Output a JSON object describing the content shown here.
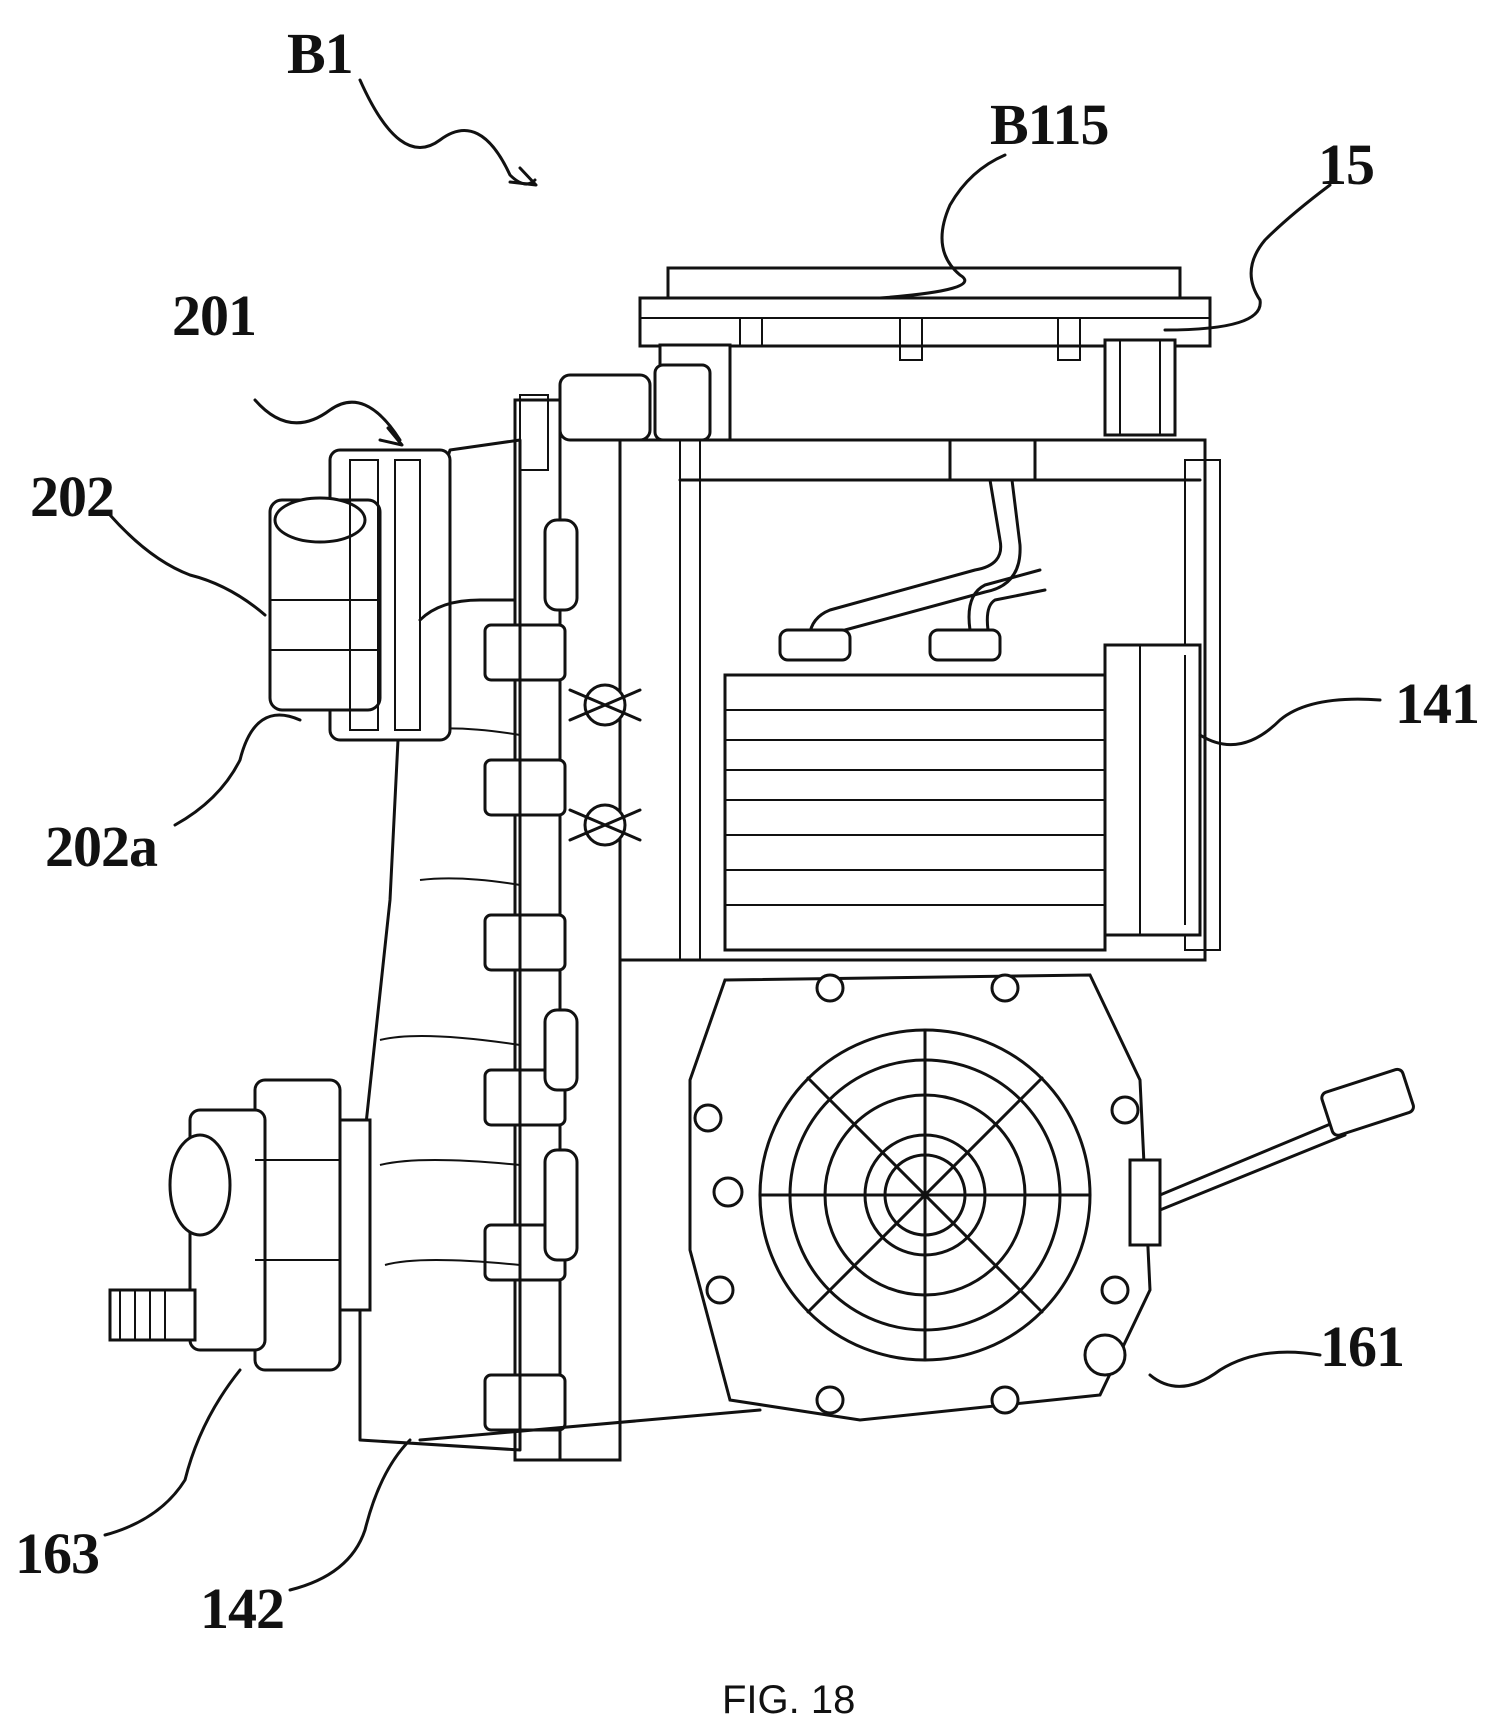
{
  "figure": {
    "caption": "FIG. 18",
    "labels": {
      "b1": "B1",
      "b115": "B115",
      "r15": "15",
      "r201": "201",
      "r202": "202",
      "r202a": "202a",
      "r141": "141",
      "r161": "161",
      "r163": "163",
      "r142": "142"
    }
  }
}
